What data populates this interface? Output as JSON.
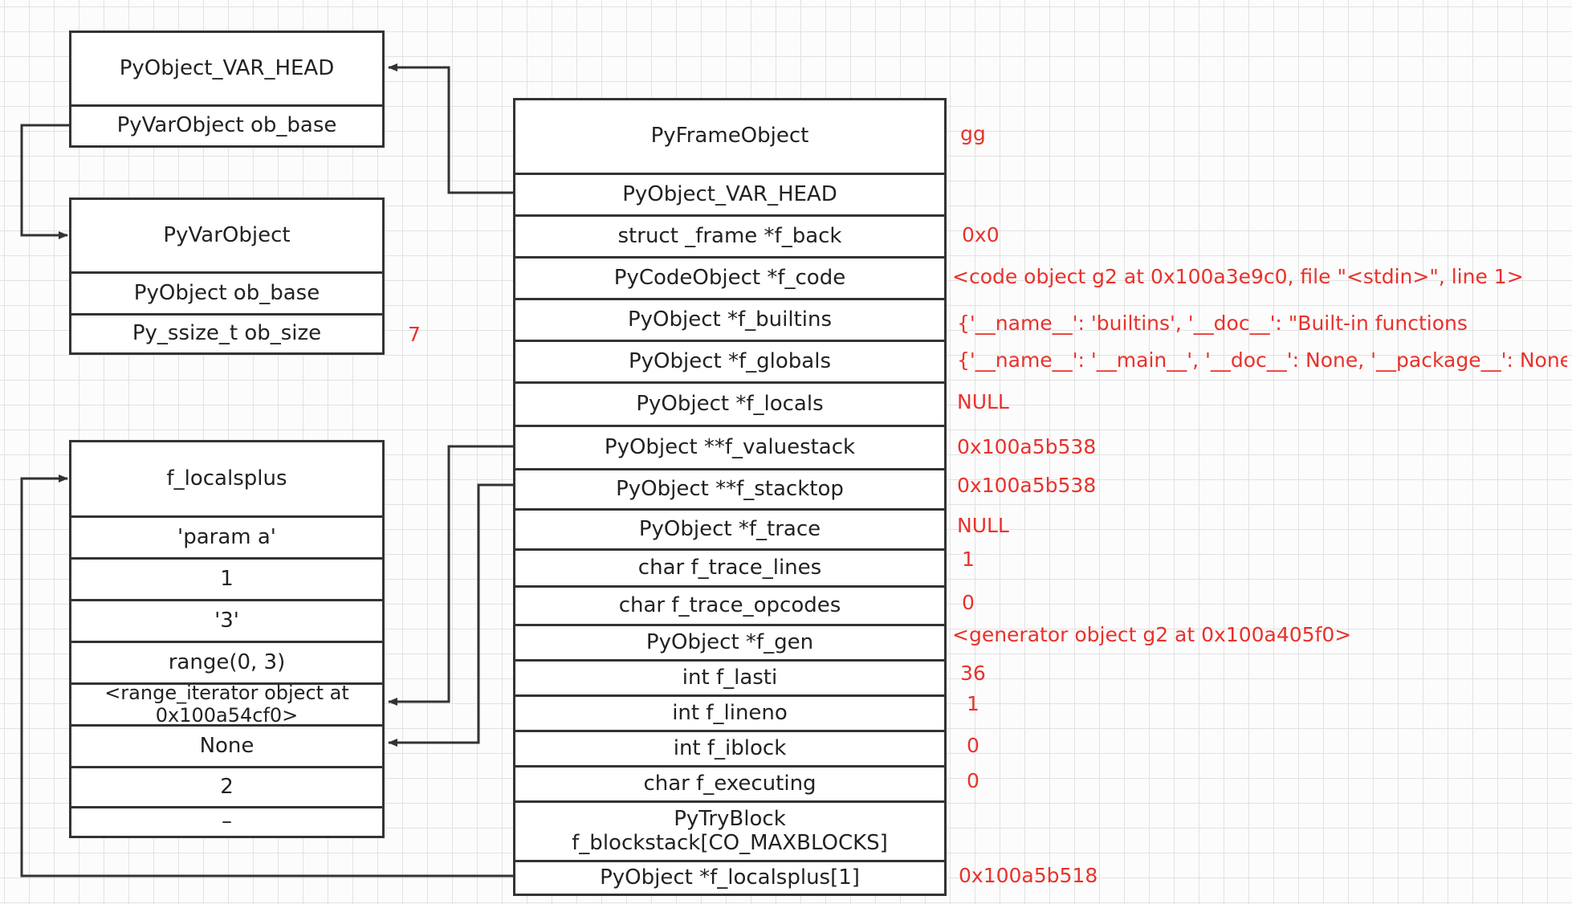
{
  "boxes": {
    "var_head": {
      "rows": [
        "PyObject_VAR_HEAD",
        "PyVarObject ob_base"
      ]
    },
    "var_object": {
      "rows": [
        "PyVarObject",
        "PyObject ob_base",
        "Py_ssize_t ob_size"
      ]
    },
    "localsplus": {
      "rows": [
        "f_localsplus",
        "'param a'",
        "1",
        "'3'",
        "range(0, 3)",
        "<range_iterator object at 0x100a54cf0>",
        "None",
        "2",
        "–"
      ]
    },
    "frame": {
      "rows": [
        "PyFrameObject",
        "PyObject_VAR_HEAD",
        "struct _frame *f_back",
        "PyCodeObject *f_code",
        "PyObject *f_builtins",
        "PyObject *f_globals",
        "PyObject *f_locals",
        "PyObject **f_valuestack",
        "PyObject **f_stacktop",
        "PyObject *f_trace",
        "char f_trace_lines",
        "char f_trace_opcodes",
        "PyObject *f_gen",
        "int f_lasti",
        "int f_lineno",
        "int f_iblock",
        "char f_executing",
        "PyTryBlock f_blockstack[CO_MAXBLOCKS]",
        "PyObject *f_localsplus[1]"
      ]
    }
  },
  "annotations": {
    "ob_size": "7",
    "frame_name": "gg",
    "f_back": "0x0",
    "f_code": "<code object g2 at 0x100a3e9c0, file \"<stdin>\", line 1>",
    "f_builtins": "{'__name__': 'builtins', '__doc__': \"Built-in functions",
    "f_globals": "{'__name__': '__main__', '__doc__': None, '__package__': None...",
    "f_locals": "NULL",
    "f_valuestack": "0x100a5b538",
    "f_stacktop": "0x100a5b538",
    "f_trace": "NULL",
    "f_trace_lines": "1",
    "f_trace_opcodes": "0",
    "f_gen": "<generator object g2 at 0x100a405f0>",
    "f_lasti": "36",
    "f_lineno": "1",
    "f_iblock": "0",
    "f_executing": "0",
    "f_localsplus": "0x100a5b518"
  },
  "colors": {
    "line": "#333333",
    "annotation": "#e8322c",
    "grid": "#e2e2e2"
  }
}
